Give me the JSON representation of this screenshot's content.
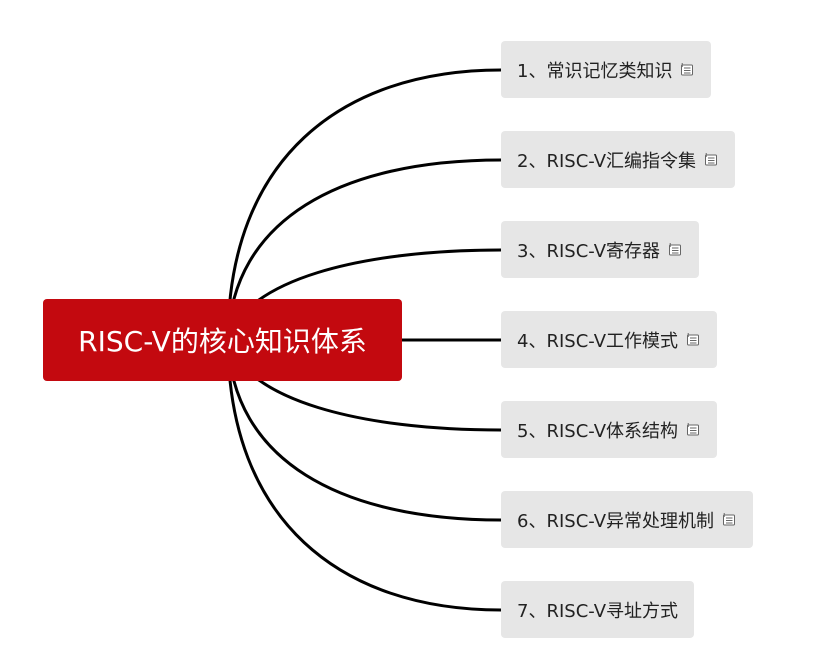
{
  "colors": {
    "root_bg": "#c3090f",
    "root_text": "#ffffff",
    "child_bg": "#e6e6e6",
    "child_text": "#222222",
    "connector": "#000000",
    "icon_stroke": "#666666"
  },
  "mindmap": {
    "root": {
      "label": "RISC-V的核心知识体系"
    },
    "children": [
      {
        "label": "1、常识记忆类知识",
        "icon": "note-icon"
      },
      {
        "label": "2、RISC-V汇编指令集",
        "icon": "note-icon"
      },
      {
        "label": "3、RISC-V寄存器",
        "icon": "note-icon"
      },
      {
        "label": "4、RISC-V工作模式",
        "icon": "note-icon"
      },
      {
        "label": "5、RISC-V体系结构",
        "icon": "note-icon"
      },
      {
        "label": "6、RISC-V异常处理机制",
        "icon": "note-icon"
      },
      {
        "label": "7、RISC-V寻址方式",
        "icon": null
      }
    ]
  }
}
